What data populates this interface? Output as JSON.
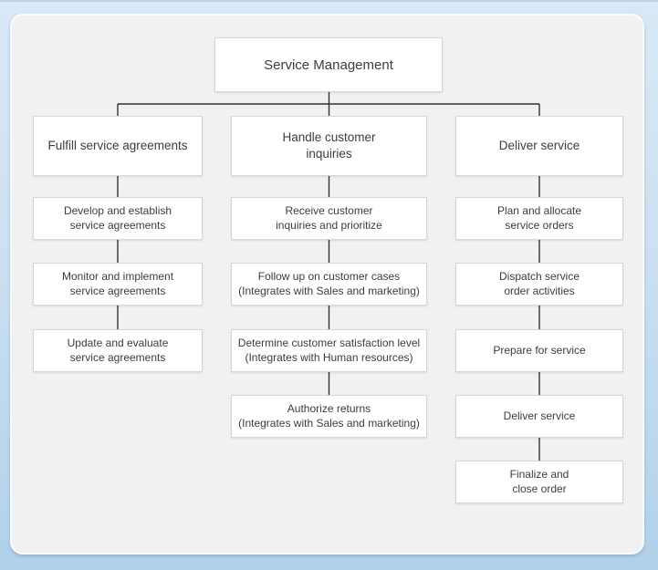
{
  "diagram": {
    "title": "Service Management",
    "columns": [
      {
        "header": "Fulfill service agreements",
        "items": [
          "Develop and establish\nservice agreements",
          "Monitor and implement\nservice agreements",
          "Update and evaluate\nservice agreements"
        ]
      },
      {
        "header": "Handle customer\ninquiries",
        "items": [
          "Receive customer\ninquiries and prioritize",
          "Follow up on customer cases\n(Integrates with Sales and marketing)",
          "Determine customer satisfaction level\n(Integrates with Human resources)",
          "Authorize returns\n(Integrates with Sales and marketing)"
        ]
      },
      {
        "header": "Deliver service",
        "items": [
          "Plan and allocate\nservice orders",
          "Dispatch service\norder activities",
          "Prepare for service",
          "Deliver service",
          "Finalize and\nclose order"
        ]
      }
    ]
  },
  "colors": {
    "background_top": "#d9e8f6",
    "background_bottom": "#b0d1ea",
    "panel": "#f1f1f1",
    "node_background": "#ffffff",
    "node_border": "#d7d7d7",
    "connector": "#333333",
    "text": "#3d3d3d"
  }
}
